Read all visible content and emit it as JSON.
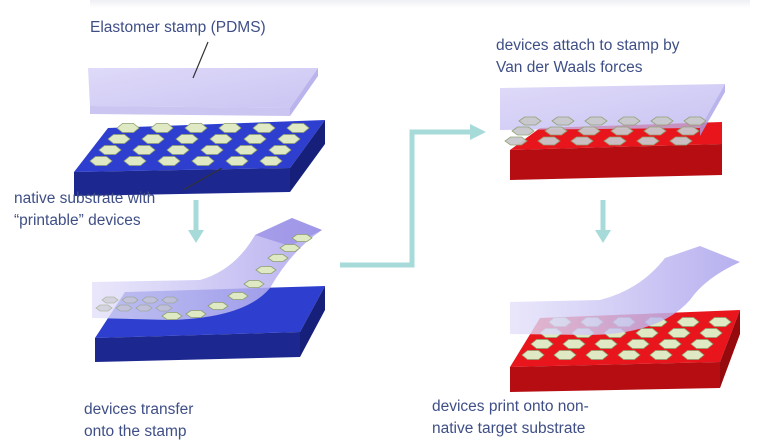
{
  "labels": {
    "stamp": "Elastomer stamp (PDMS)",
    "native_substrate_line1": "native substrate with",
    "native_substrate_line2": "“printable” devices",
    "attach_line1": "devices attach to stamp by",
    "attach_line2": "Van der Waals forces",
    "transfer_line1": "devices transfer",
    "transfer_line2": "onto the stamp",
    "print_line1": "devices print onto non-",
    "print_line2": "native target substrate"
  },
  "colors": {
    "native_substrate": "#2b3bc4",
    "target_substrate": "#e0141a",
    "stamp": "#cdc8f4",
    "device": "#dfe9c4",
    "arrow": "#a7dbd9",
    "text": "#3f4f86"
  }
}
